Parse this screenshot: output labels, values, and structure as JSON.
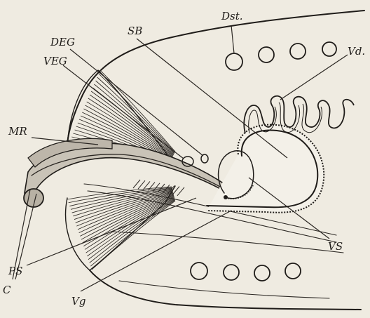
{
  "labels": {
    "dst": "Dst.",
    "sb": "SB",
    "deg": "DEG",
    "veg": "VEG",
    "vd": "Vd.",
    "mr": "MR",
    "vs": "VS",
    "ps": "PS",
    "c": "C",
    "vg": "Vg"
  }
}
